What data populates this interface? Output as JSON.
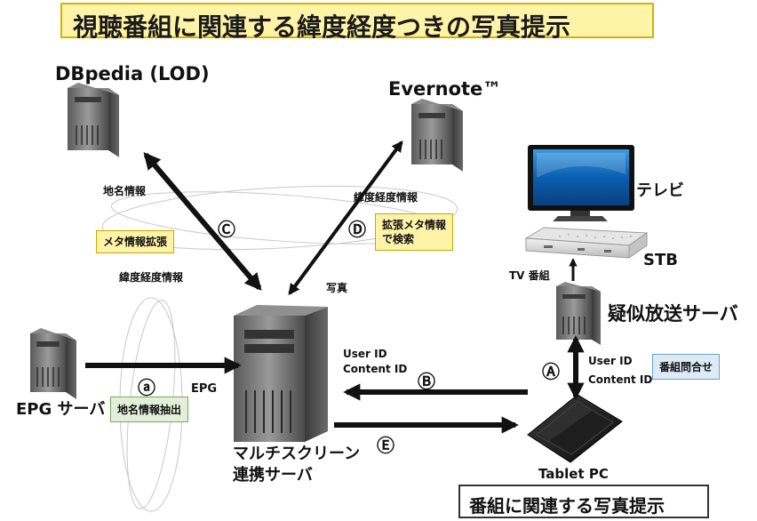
{
  "title": "視聴番組に関連する緯度経度つきの写真提示",
  "nodes": {
    "dbpedia": "DBpedia (LOD)",
    "evernote": "Evernote™",
    "tv": "テレビ",
    "stb": "STB",
    "pseudo_server": "疑似放送サーバ",
    "epg_server": "EPG サーバ",
    "multi_server_line1": "マルチスクリーン",
    "multi_server_line2": "連携サーバ",
    "tablet": "Tablet PC"
  },
  "labels": {
    "place_name_info": "地名情報",
    "latlon_info_right": "緯度経度情報",
    "latlon_info_left": "緯度経度情報",
    "photo": "写真",
    "tv_program": "TV 番組",
    "epg": "EPG",
    "user_id_left": "User ID",
    "content_id_left": "Content ID",
    "user_id_right": "User ID",
    "content_id_right": "Content ID"
  },
  "boxes": {
    "meta_expand": "メタ情報拡張",
    "search_line1": "拡張メタ情報",
    "search_line2": "で検索",
    "place_extract": "地名情報抽出",
    "program_query": "番組問合せ"
  },
  "markers": {
    "a": "ⓐ",
    "b": "Ⓑ",
    "c": "Ⓒ",
    "d": "Ⓓ",
    "e": "Ⓔ",
    "A": "Ⓐ"
  },
  "bottom_caption": "番組に関連する写真提示"
}
